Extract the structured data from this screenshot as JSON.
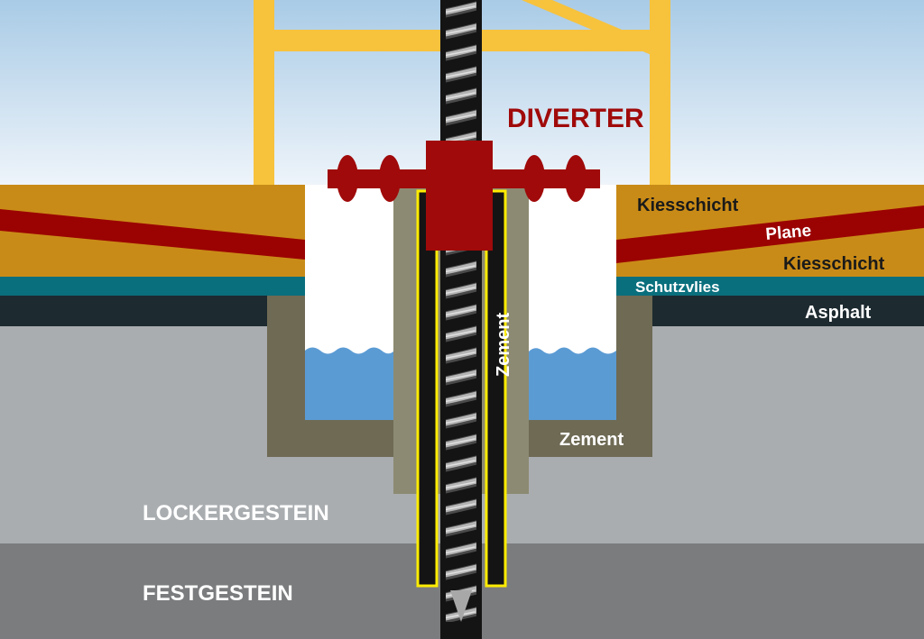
{
  "labels": {
    "diverter": "DIVERTER",
    "kiesschicht_top": "Kiesschicht",
    "plane": "Plane",
    "kiesschicht_bottom": "Kiesschicht",
    "schutzvlies": "Schutzvlies",
    "asphalt": "Asphalt",
    "zement_vertical": "Zement",
    "zement_cellar": "Zement",
    "lockergestein": "LOCKERGESTEIN",
    "festgestein": "FESTGESTEIN"
  },
  "colors": {
    "sky_top": "#a9cbe6",
    "sky_bottom": "#eef4fa",
    "derrick": "#f7c23c",
    "gravel": "#c98b17",
    "tarp": "#9b0303",
    "fleece": "#0a6f7d",
    "asphalt": "#1d2a30",
    "loose_rock": "#a9adb0",
    "bedrock": "#7b7c7e",
    "cellar_cement": "#6e6a54",
    "casing_cement": "#8c8a72",
    "water": "#5b9bd4",
    "diverter": "#a00a0a",
    "drill_pipe": "#141414",
    "screw": "#a8a8a8",
    "cement_outline": "#ffec00",
    "diverter_text": "#a00a0a",
    "dark_text": "#1a1a1a",
    "light_text": "#ffffff"
  }
}
